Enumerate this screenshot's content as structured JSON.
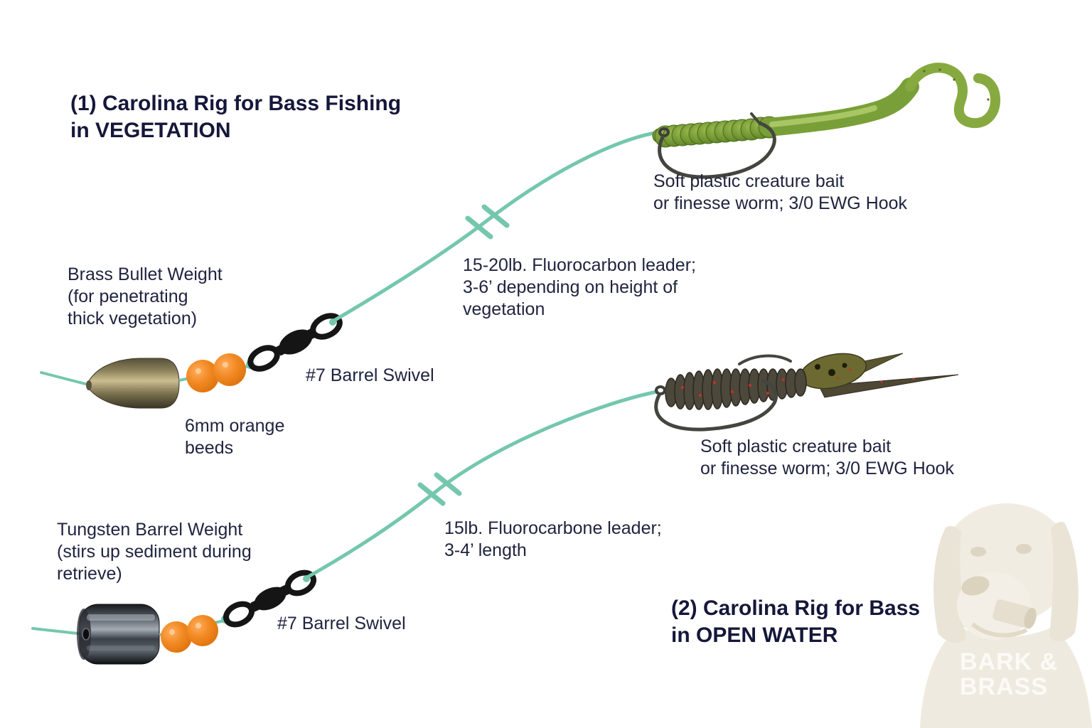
{
  "page": {
    "background": "#ffffff"
  },
  "colors": {
    "heading_text": "#15173a",
    "label_text": "#20243f",
    "fishing_line": "#74c7ad",
    "bead_orange": "#ee7d13",
    "brass_weight": "#9a8f64",
    "tungsten_weight": "#3f444b",
    "swivel_black": "#151515",
    "worm_green": "#79a038",
    "creature_olive": "#4d483c",
    "watermark_text": "#fbfaf6"
  },
  "rig_vegetation": {
    "title": "(1) Carolina Rig for Bass Fishing\nin VEGETATION",
    "bait_label": "Soft plastic creature bait\nor finesse worm; 3/0 EWG Hook",
    "leader_label": "15-20lb. Fluorocarbon leader;\n3-6’ depending on height of\nvegetation",
    "weight_label": "Brass Bullet Weight\n(for penetrating\nthick vegetation)",
    "beads_label": "6mm orange\nbeeds",
    "swivel_label": "#7 Barrel Swivel"
  },
  "rig_open_water": {
    "title": "(2) Carolina Rig for Bass\nin OPEN WATER",
    "bait_label": "Soft plastic creature bait\nor finesse worm; 3/0 EWG Hook",
    "leader_label": "15lb. Fluorocarbone leader;\n3-4’ length",
    "weight_label": "Tungsten Barrel Weight\n(stirs up sediment during\nretrieve)",
    "swivel_label": "#7 Barrel Swivel"
  },
  "watermark": {
    "brand": "BARK &\nBRASS"
  }
}
